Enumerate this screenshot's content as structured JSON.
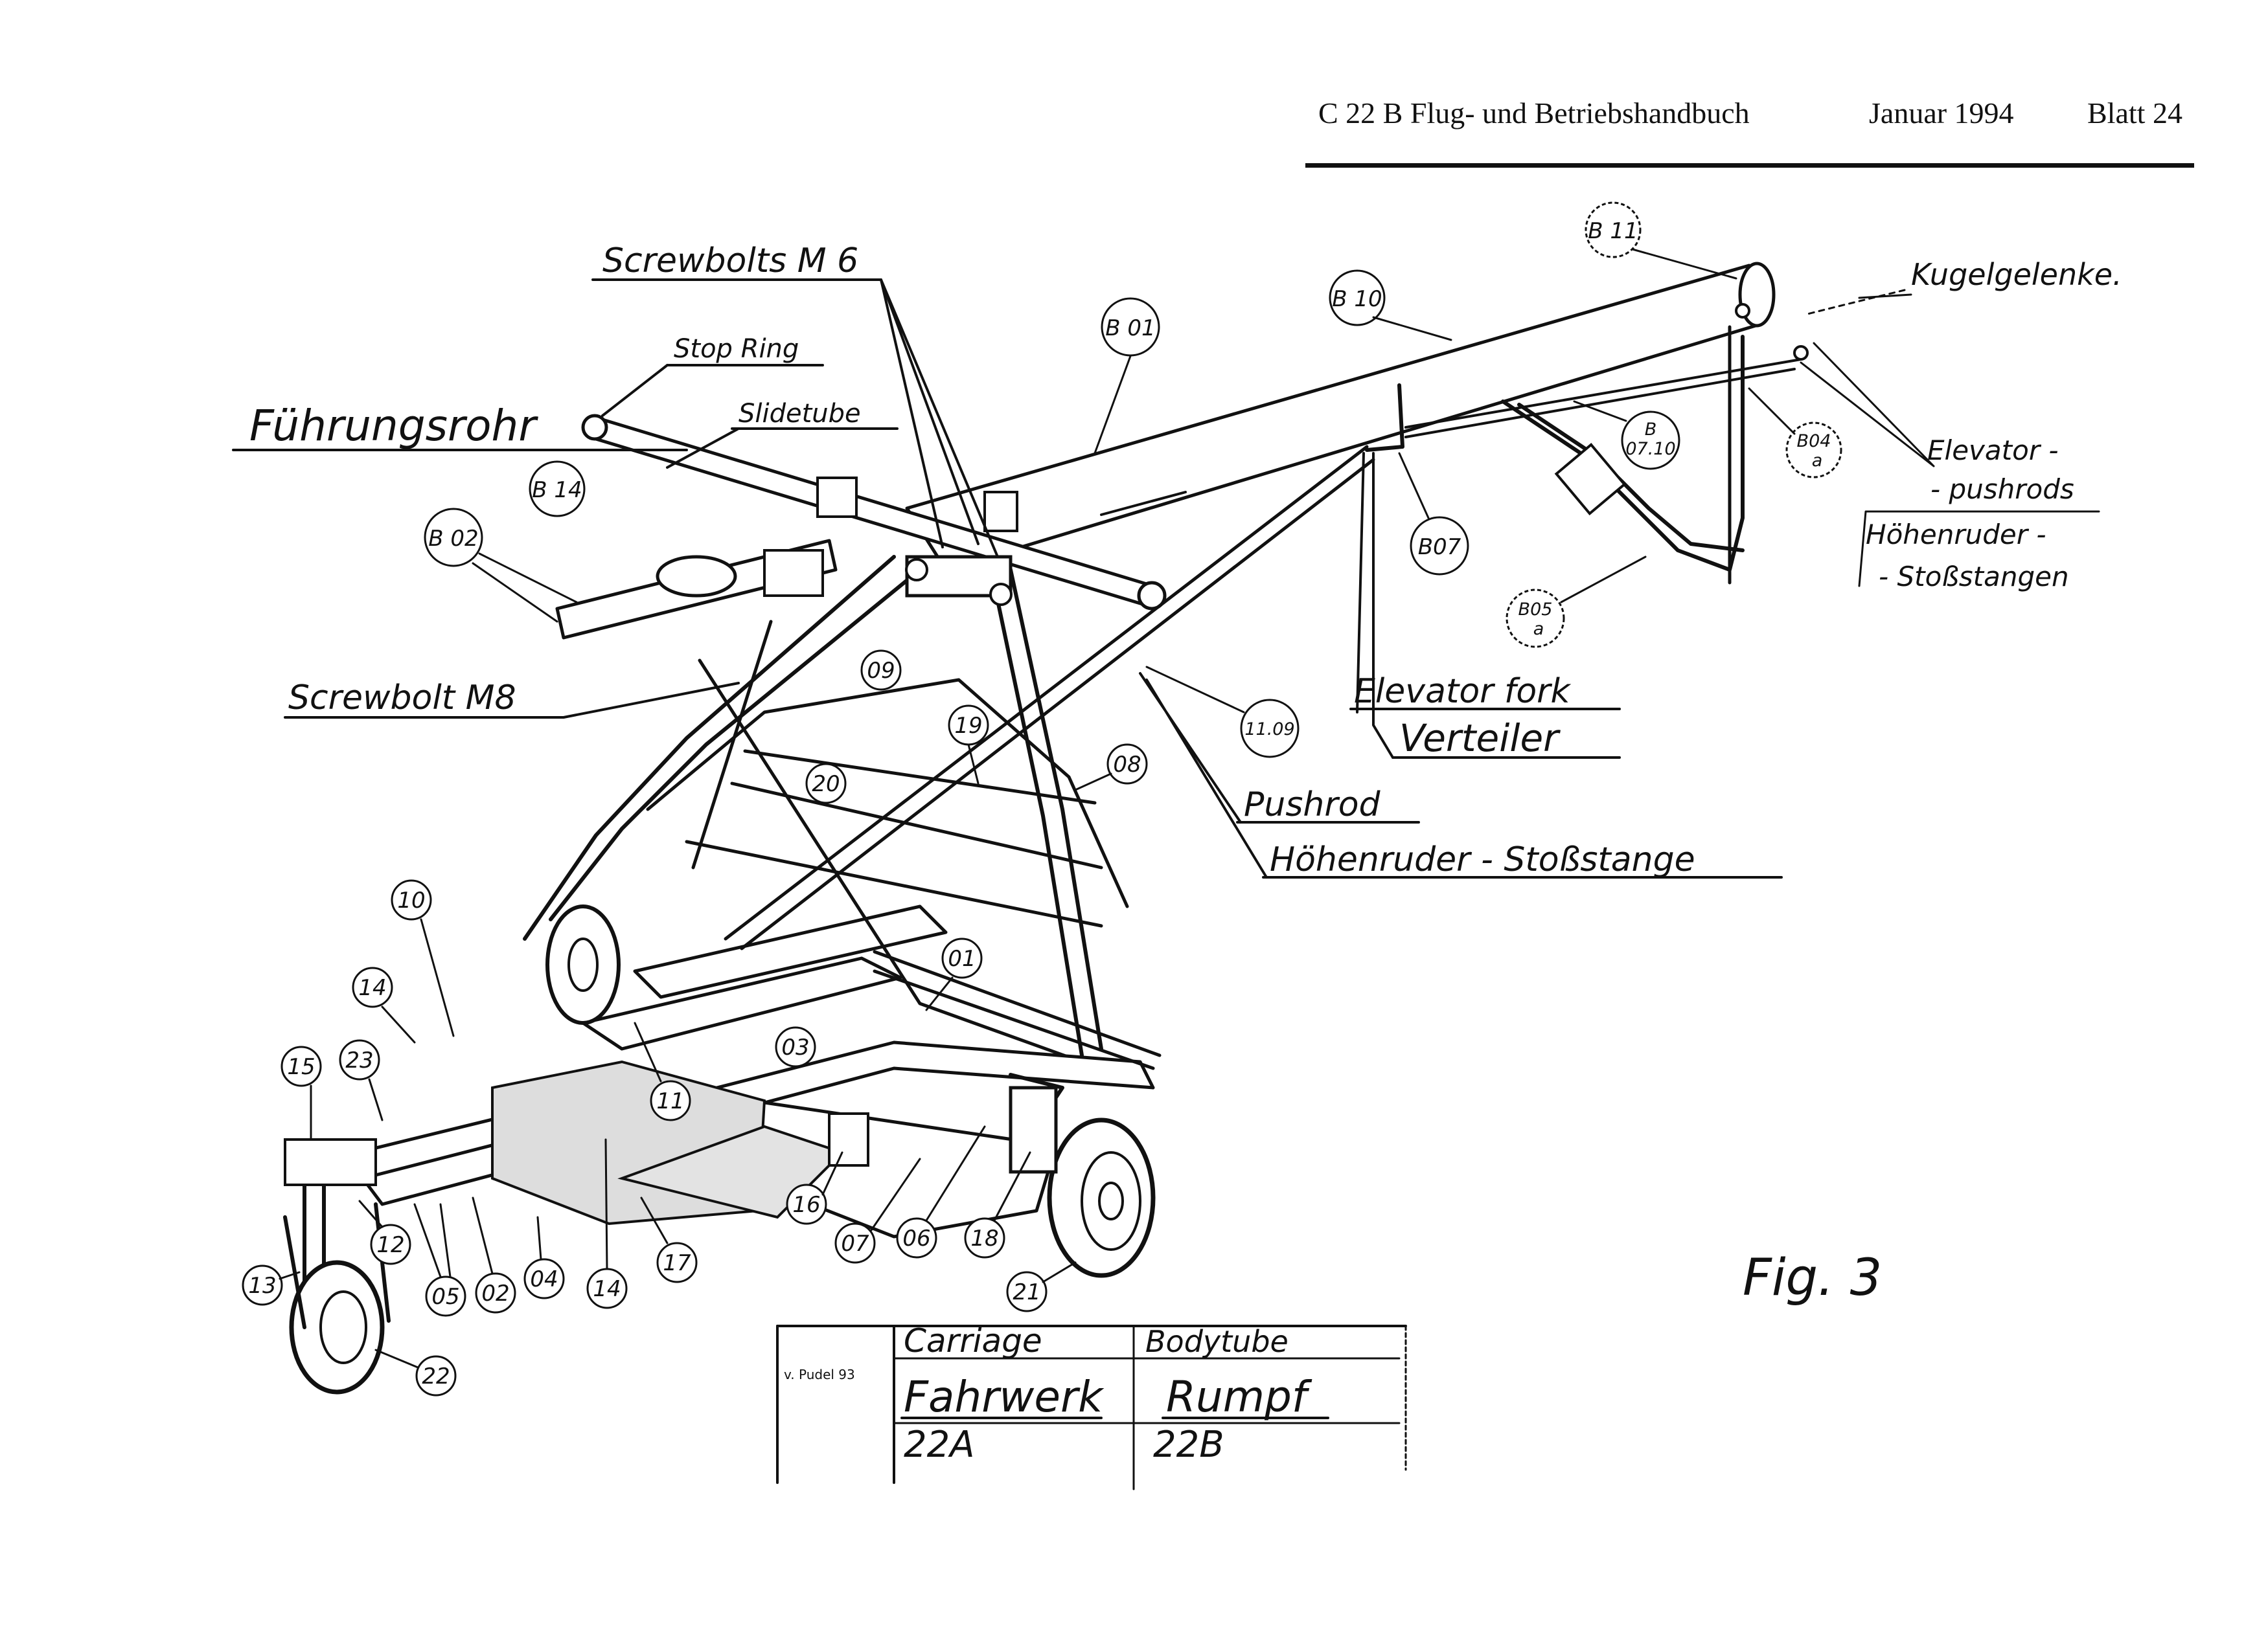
{
  "header": {
    "title": "C 22 B   Flug- und Betriebshandbuch",
    "date": "Januar 1994",
    "sheet": "Blatt 24"
  },
  "labels": {
    "screwbolts_m6": "Screwbolts  M 6",
    "stop_ring": "Stop Ring",
    "fuehrungsrohr": "Führungsrohr",
    "slidetube": "Slidetube",
    "screwbolt_m8": "Screwbolt  M8",
    "kugelgelenke": "Kugelgelenke.",
    "elevator_pushrods_1": "Elevator -",
    "elevator_pushrods_2": "- pushrods",
    "hoehenruder_stossstangen_1": "Höhenruder -",
    "hoehenruder_stossstangen_2": "- Stoßstangen",
    "elevator_fork": "Elevator fork",
    "verteiler": "Verteiler",
    "pushrod": "Pushrod",
    "hoehenruder_stossstange": "Höhenruder - Stoßstange",
    "fig": "Fig. 3"
  },
  "callouts": {
    "b11": "B 11",
    "b10": "B 10",
    "b01": "B 01",
    "b14": "B 14",
    "b02": "B 02",
    "b07_10_top": "B",
    "b07_10_bottom": "07.10",
    "b04a_top": "B04",
    "b04a_bottom": "a",
    "b07": "B07",
    "b05a_top": "B05",
    "b05a_bottom": "a",
    "c1109": "11.09",
    "c09": "09",
    "c19": "19",
    "c20": "20",
    "c08": "08",
    "c10": "10",
    "c14a": "14",
    "c15": "15",
    "c23": "23",
    "c11": "11",
    "c03": "03",
    "c01": "01",
    "c16": "16",
    "c07": "07",
    "c06": "06",
    "c18": "18",
    "c21": "21",
    "c17": "17",
    "c14b": "14",
    "c04": "04",
    "c02": "02",
    "c05": "05",
    "c12": "12",
    "c13": "13",
    "c22": "22"
  },
  "table": {
    "note": "v. Pudel 93",
    "col1_header": "Carriage",
    "col2_header": "Bodytube",
    "col1_name": "Fahrwerk",
    "col2_name": "Rumpf",
    "col1_code": "22A",
    "col2_code": "22B"
  }
}
